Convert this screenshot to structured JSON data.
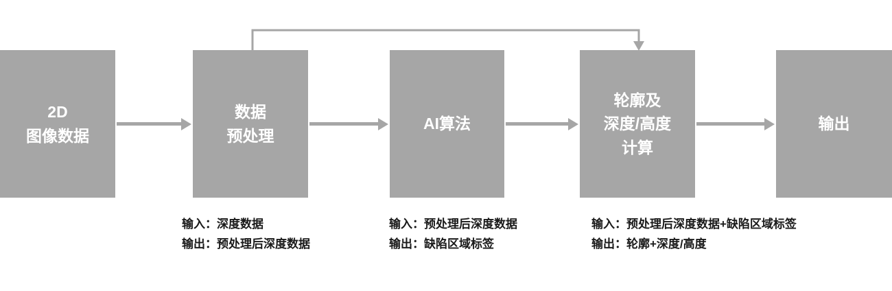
{
  "colors": {
    "background": "#ffffff",
    "box_fill": "#a6a6a6",
    "box_text": "#ffffff",
    "arrow": "#a6a6a6",
    "annotation_text": "#1a1a1a"
  },
  "flowchart": {
    "nodes": [
      {
        "id": "input-2d",
        "label": "2D\n图像数据"
      },
      {
        "id": "preprocess",
        "label": "数据\n预处理"
      },
      {
        "id": "ai-algorithm",
        "label": "AI算法"
      },
      {
        "id": "contour-calc",
        "label": "轮廓及\n深度/高度\n计算"
      },
      {
        "id": "output",
        "label": "输出"
      }
    ],
    "annotations": [
      {
        "input": "输入：深度数据",
        "output": "输出：预处理后深度数据"
      },
      {
        "input": "输入：预处理后深度数据",
        "output": "输出：缺陷区域标签"
      },
      {
        "input": "输入：预处理后深度数据+缺陷区域标签",
        "output": "输出：轮廓+深度/高度"
      }
    ]
  }
}
